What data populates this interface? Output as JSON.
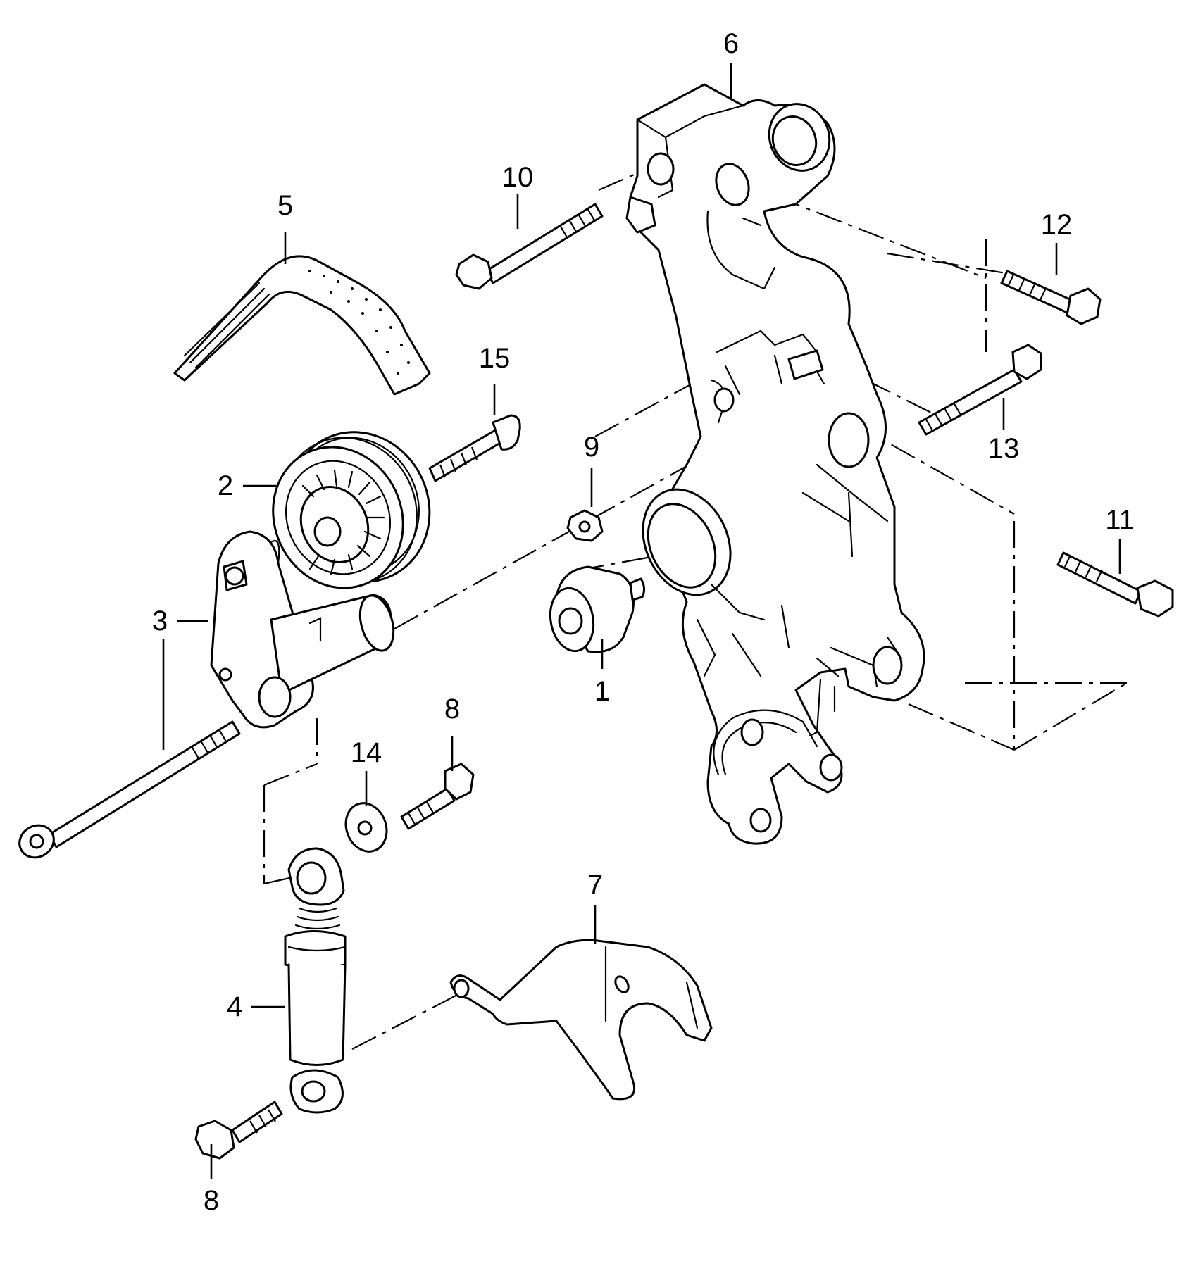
{
  "diagram": {
    "callouts": {
      "c1": "1",
      "c2": "2",
      "c3a": "3",
      "c3b": "3",
      "c4": "4",
      "c5": "5",
      "c6": "6",
      "c7": "7",
      "c8a": "8",
      "c8b": "8",
      "c9": "9",
      "c10": "10",
      "c11": "11",
      "c12": "12",
      "c13": "13",
      "c14": "14",
      "c15": "15"
    }
  }
}
